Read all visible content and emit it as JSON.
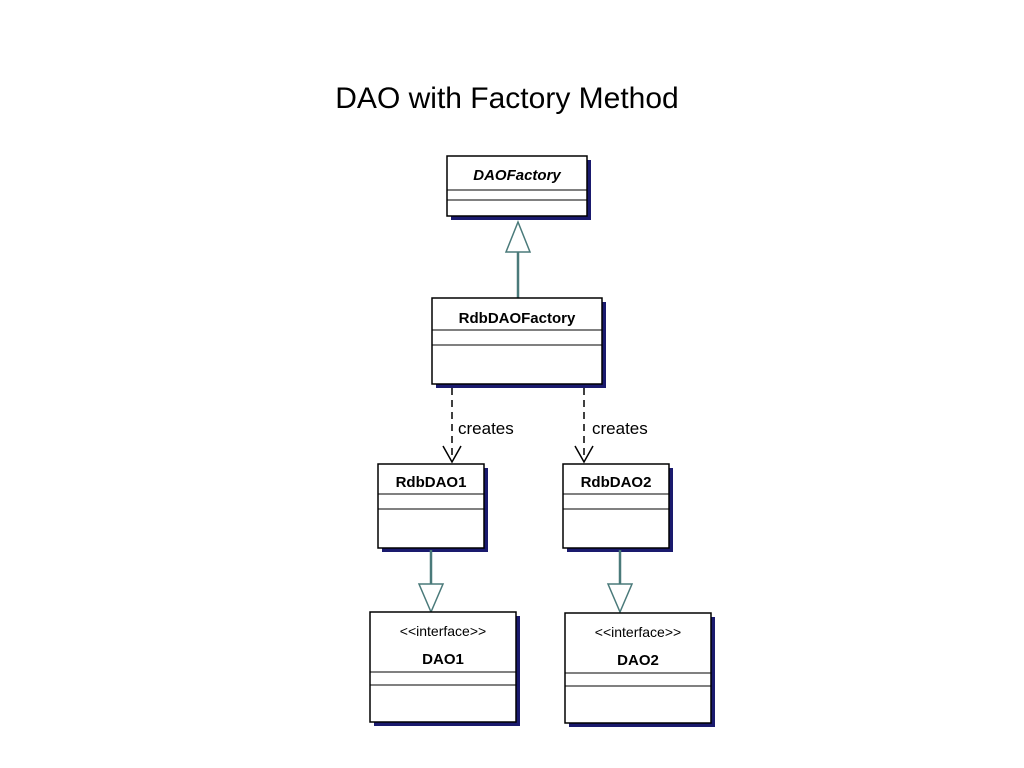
{
  "title": "DAO with Factory Method",
  "colors": {
    "box_border": "#000000",
    "box_shadow": "#1a1a6e",
    "connector": "#4a7a7a",
    "dependency": "#000000",
    "background": "#ffffff"
  },
  "classes": {
    "dao_factory": {
      "name": "DAOFactory",
      "abstract": true
    },
    "rdb_dao_factory": {
      "name": "RdbDAOFactory"
    },
    "rdb_dao1": {
      "name": "RdbDAO1"
    },
    "rdb_dao2": {
      "name": "RdbDAO2"
    },
    "dao1": {
      "stereotype": "<<interface>>",
      "name": "DAO1"
    },
    "dao2": {
      "stereotype": "<<interface>>",
      "name": "DAO2"
    }
  },
  "relations": {
    "creates_left": {
      "label": "creates"
    },
    "creates_right": {
      "label": "creates"
    }
  }
}
